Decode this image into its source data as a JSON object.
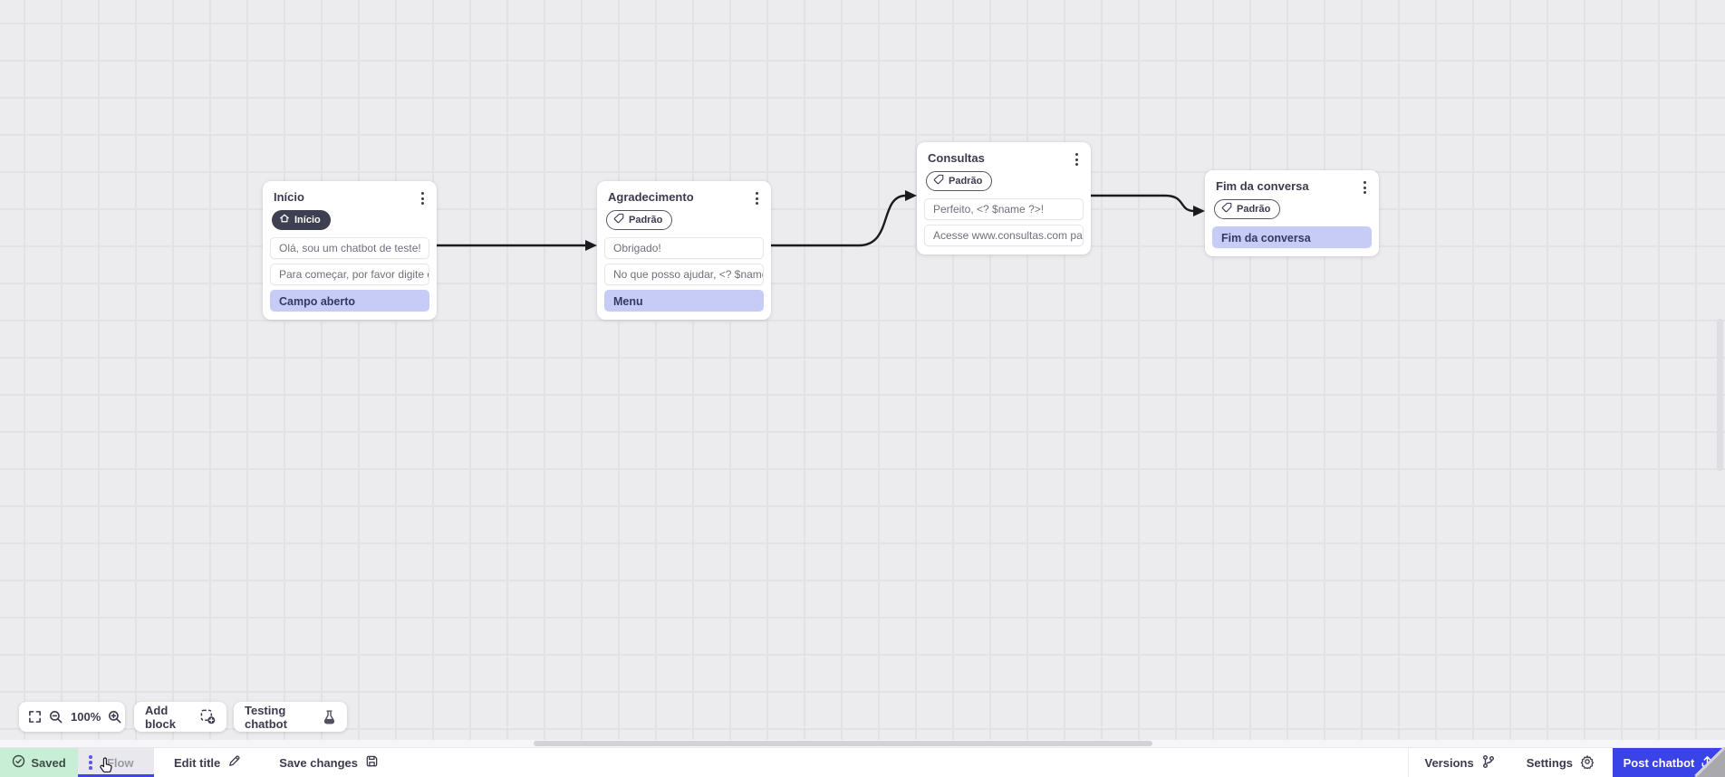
{
  "flow": {
    "nodes": [
      {
        "title": "Início",
        "badge": "Início",
        "tag": null,
        "rows": [
          {
            "text": "Olá, sou um chatbot de teste!",
            "highlight": false
          },
          {
            "text": "Para começar, por favor digite o ...",
            "highlight": false
          },
          {
            "text": "Campo aberto",
            "highlight": true
          }
        ]
      },
      {
        "title": "Agradecimento",
        "badge": null,
        "tag": "Padrão",
        "rows": [
          {
            "text": "Obrigado!",
            "highlight": false
          },
          {
            "text": "No que posso ajudar, <? $name ...",
            "highlight": false
          },
          {
            "text": "Menu",
            "highlight": true
          }
        ]
      },
      {
        "title": "Consultas",
        "badge": null,
        "tag": "Padrão",
        "rows": [
          {
            "text": "Perfeito, <? $name ?>!",
            "highlight": false
          },
          {
            "text": "Acesse www.consultas.com par...",
            "highlight": false
          }
        ]
      },
      {
        "title": "Fim da conversa",
        "badge": null,
        "tag": "Padrão",
        "rows": [
          {
            "text": "Fim da conversa",
            "highlight": true
          }
        ]
      }
    ]
  },
  "toolbar": {
    "zoom_level": "100%",
    "add_block_label": "Add block",
    "testing_label": "Testing chatbot"
  },
  "statusbar": {
    "saved_label": "Saved",
    "flow_tab_label": "Flow",
    "edit_title_label": "Edit title",
    "save_changes_label": "Save changes",
    "versions_label": "Versions",
    "settings_label": "Settings",
    "post_button_label": "Post chatbot"
  },
  "colors": {
    "accent_blue": "#3a43e8",
    "tab_underline_blue": "#4343e8",
    "saved_green_bg": "#c9eed6",
    "highlight_row_bg": "#c7ccf6",
    "node_dark": "#3b3b4f",
    "badge_dark_bg": "#3f3f52",
    "connector_black": "#1a1a1f",
    "canvas_bg": "#ececee"
  }
}
